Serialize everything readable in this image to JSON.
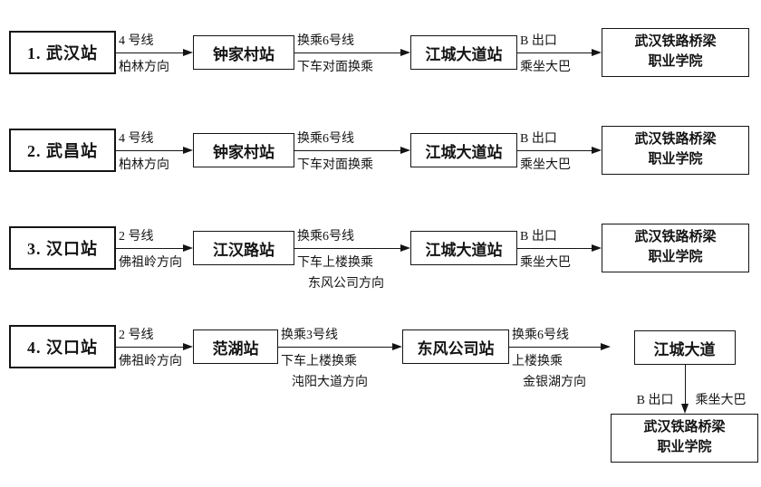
{
  "rows": [
    {
      "start": "1. 武汉站",
      "seg1": {
        "top": "4 号线",
        "mid": "柏林方向"
      },
      "st2": "钟家村站",
      "seg2": {
        "top": "换乘6号线",
        "mid": "下车对面换乘"
      },
      "st3": "江城大道站",
      "seg3": {
        "top": "B 出口",
        "mid": "乘坐大巴"
      },
      "dest1": "武汉铁路桥梁",
      "dest2": "职业学院"
    },
    {
      "start": "2. 武昌站",
      "seg1": {
        "top": "4 号线",
        "mid": "柏林方向"
      },
      "st2": "钟家村站",
      "seg2": {
        "top": "换乘6号线",
        "mid": "下车对面换乘"
      },
      "st3": "江城大道站",
      "seg3": {
        "top": "B 出口",
        "mid": "乘坐大巴"
      },
      "dest1": "武汉铁路桥梁",
      "dest2": "职业学院"
    },
    {
      "start": "3. 汉口站",
      "seg1": {
        "top": "2 号线",
        "mid": "佛祖岭方向"
      },
      "st2": "江汉路站",
      "seg2": {
        "top": "换乘6号线",
        "mid": "下车上楼换乘",
        "bot": "东风公司方向"
      },
      "st3": "江城大道站",
      "seg3": {
        "top": "B 出口",
        "mid": "乘坐大巴"
      },
      "dest1": "武汉铁路桥梁",
      "dest2": "职业学院"
    },
    {
      "start": "4. 汉口站",
      "seg1": {
        "top": "2 号线",
        "mid": "佛祖岭方向"
      },
      "st2": "范湖站",
      "seg2": {
        "top": "换乘3号线",
        "mid": "下车上楼换乘",
        "bot": "沌阳大道方向"
      },
      "st3": "东风公司站",
      "seg3": {
        "top": "换乘6号线",
        "mid": "上楼换乘",
        "bot": "金银湖方向"
      },
      "st4": "江城大道",
      "tail_left": "B 出口",
      "tail_right": "乘坐大巴",
      "dest1": "武汉铁路桥梁",
      "dest2": "职业学院"
    }
  ]
}
